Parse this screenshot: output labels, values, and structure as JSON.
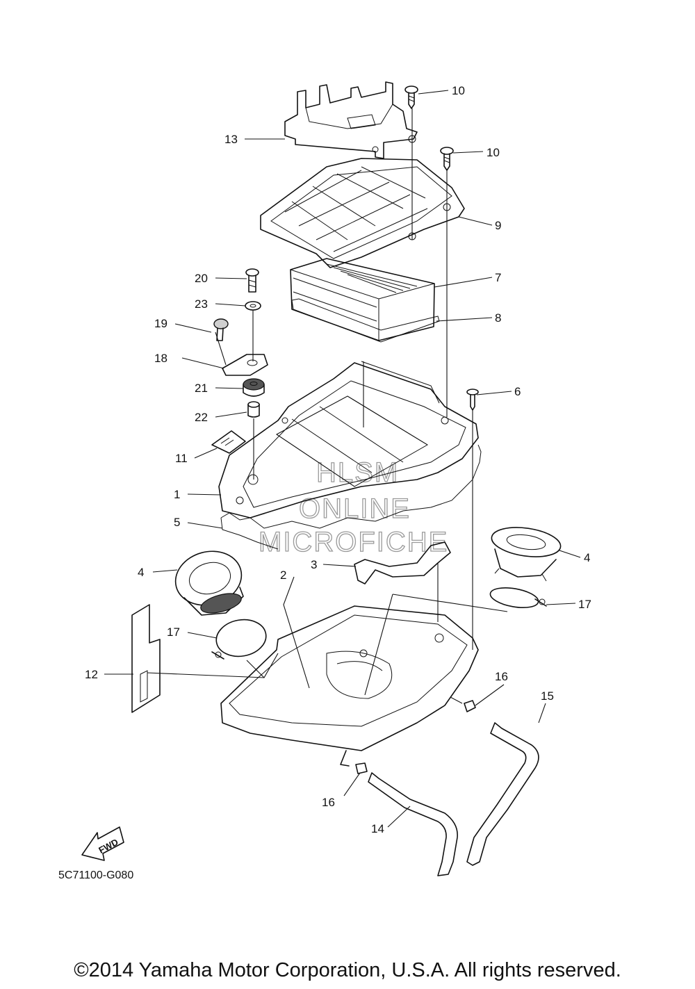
{
  "diagram": {
    "callouts": [
      "1",
      "2",
      "3",
      "4",
      "4",
      "5",
      "6",
      "7",
      "8",
      "9",
      "10",
      "10",
      "11",
      "12",
      "13",
      "14",
      "15",
      "16",
      "16",
      "17",
      "17",
      "18",
      "19",
      "20",
      "21",
      "22",
      "23"
    ],
    "diagram_code": "5C71100-G080",
    "fwd_label": "FWD",
    "watermark": [
      "HLSM",
      "ONLINE",
      "MICROFICHE"
    ]
  },
  "footer": {
    "copyright": "©2014 Yamaha Motor Corporation, U.S.A. All rights reserved."
  }
}
